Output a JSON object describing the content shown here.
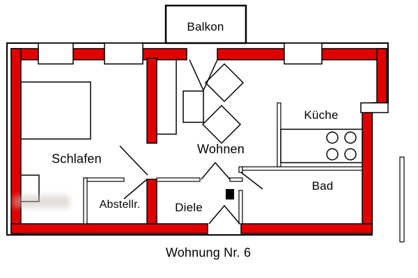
{
  "plan": {
    "title": "Wohnung Nr. 6",
    "rooms": [
      {
        "id": "balkon",
        "label": "Balkon"
      },
      {
        "id": "schlafen",
        "label": "Schlafen"
      },
      {
        "id": "wohnen",
        "label": "Wohnen"
      },
      {
        "id": "kueche",
        "label": "Küche"
      },
      {
        "id": "bad",
        "label": "Bad"
      },
      {
        "id": "abstellraum",
        "label": "Abstellr."
      },
      {
        "id": "diele",
        "label": "Diele"
      }
    ],
    "colors": {
      "wall_highlight": "#e10000",
      "line": "#000000",
      "background": "#ffffff"
    }
  }
}
